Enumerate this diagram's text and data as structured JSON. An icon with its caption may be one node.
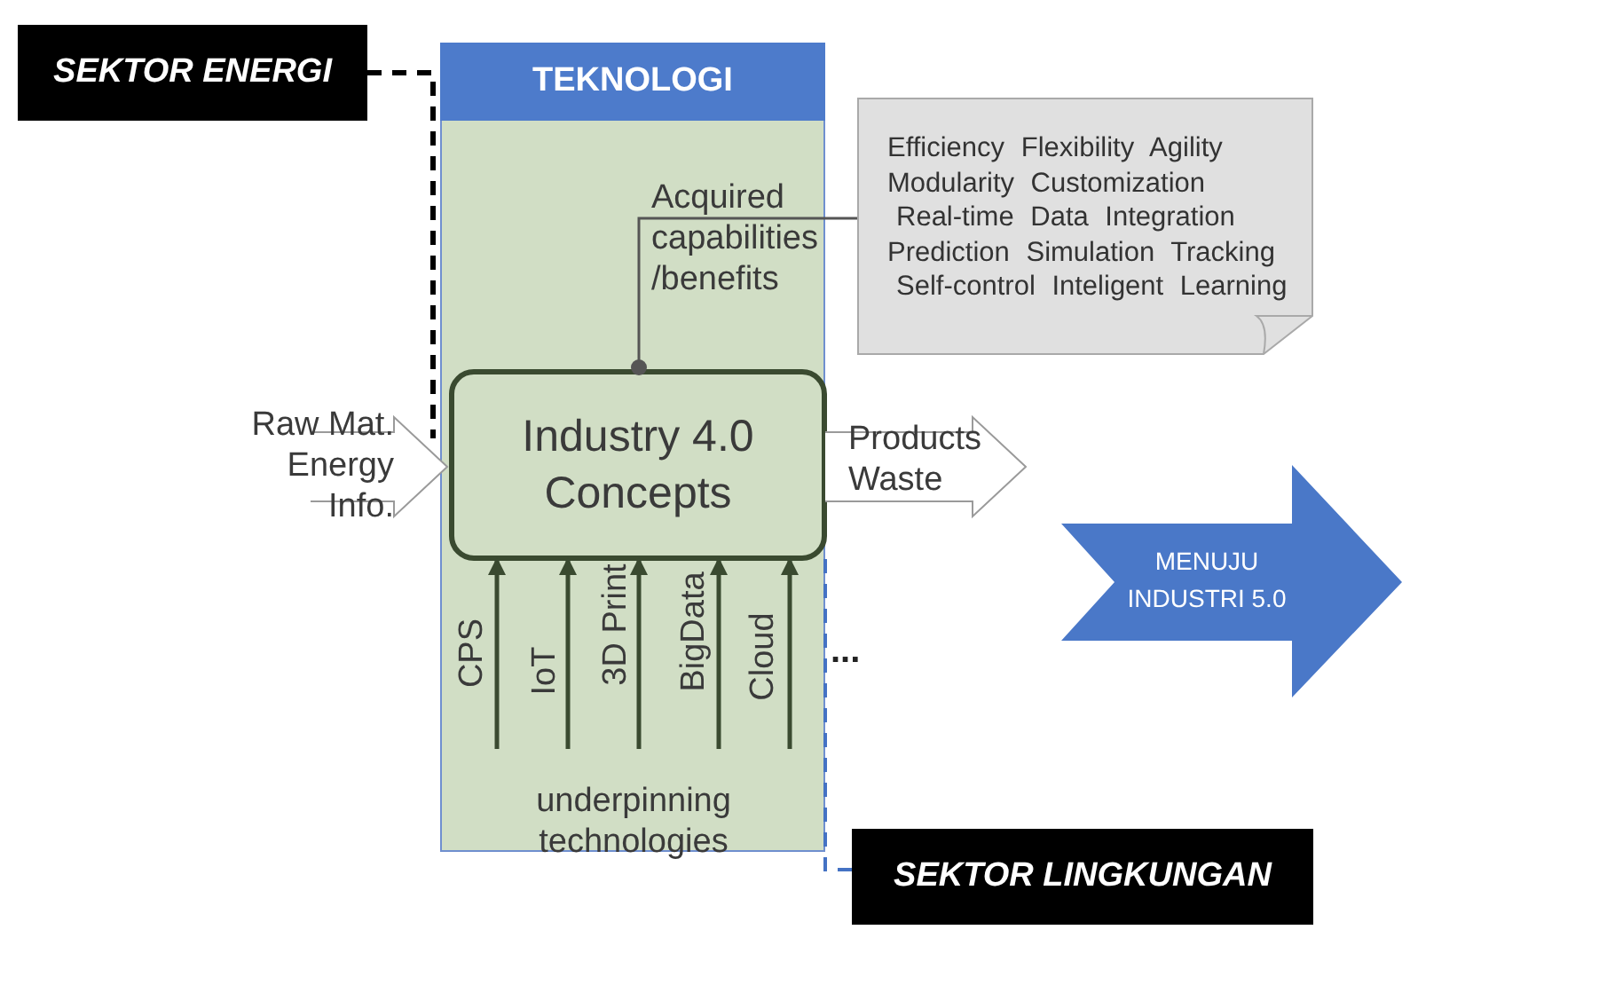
{
  "diagram": {
    "nodes": [
      {
        "text": [
          "SEKTOR ENERGI"
        ]
      },
      {
        "text": [
          "TEKNOLOGI"
        ]
      },
      {
        "text": [
          "Industry 4.0 Concepts"
        ],
        "in": 1
      },
      {
        "text": [
          "Efficiency Flexibility Agility",
          "Modularity Customization",
          "Real-time Data Integration",
          "Prediction Simulation Tracking",
          "Self-control Inteligent Learning"
        ]
      },
      {
        "text": [
          "MENUJU INDUSTRI 5.0"
        ]
      },
      {
        "text": [
          "SEKTOR LINGKUNGAN"
        ]
      }
    ],
    "edges": [
      {
        "from": 2,
        "to": 3,
        "arrow": "other",
        "label": "Acquired capabilities /benefits"
      },
      {
        "from": null,
        "to": 2,
        "arrow": "to",
        "label": "Raw Mat. Energy Info.",
        "color": "#9a9a9a"
      },
      {
        "from": 2,
        "to": null,
        "arrow": "to",
        "label": "Products Waste",
        "color": "#9a9a9a"
      },
      {
        "from": null,
        "to": 2,
        "arrow": "to",
        "label": "CPS"
      },
      {
        "from": null,
        "to": 2,
        "arrow": "to",
        "label": "IoT"
      },
      {
        "from": null,
        "to": 2,
        "arrow": "to",
        "label": "3D Print"
      },
      {
        "from": null,
        "to": 2,
        "arrow": "to",
        "label": "BigData"
      },
      {
        "from": null,
        "to": 2,
        "arrow": "to",
        "label": "Cloud"
      },
      {
        "from": 0,
        "to": 1,
        "arrow": "none",
        "style": "dashed",
        "color": "#000000"
      },
      {
        "from": 5,
        "to": 2,
        "arrow": "none",
        "style": "dashed",
        "color": "#4472c4"
      }
    ],
    "labels": [
      "underpinning technologies",
      "..."
    ]
  }
}
